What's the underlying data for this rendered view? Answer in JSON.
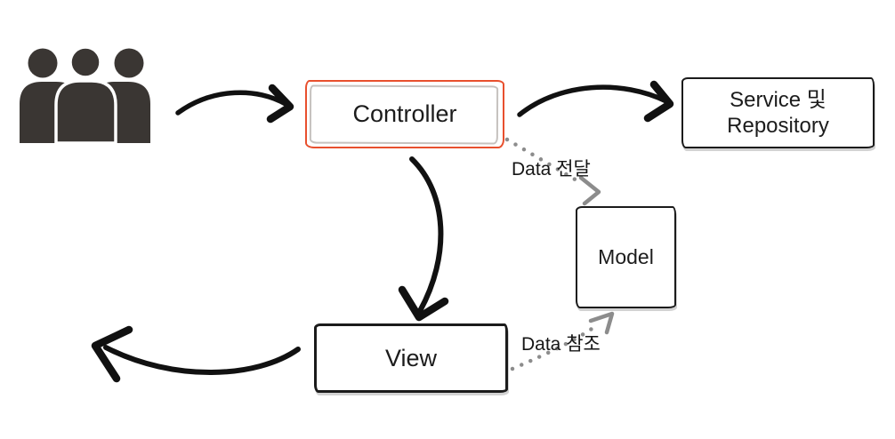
{
  "nodes": {
    "users": {
      "icon": "users-icon",
      "color": "#3a3633"
    },
    "controller": {
      "label": "Controller",
      "accent_color": "#e8502e"
    },
    "service": {
      "line1": "Service 및",
      "line2": "Repository"
    },
    "model": {
      "label": "Model"
    },
    "view": {
      "label": "View"
    }
  },
  "edges": {
    "data_pass_label": "Data 전달",
    "data_ref_label": "Data 참조"
  },
  "colors": {
    "solid_arrow": "#111111",
    "dotted_arrow": "#8c8c8c",
    "box_border": "#1b1b1b",
    "controller_border": "#e8502e",
    "inner_shadow_border": "#c6c2bf",
    "people_icon": "#3a3633"
  }
}
